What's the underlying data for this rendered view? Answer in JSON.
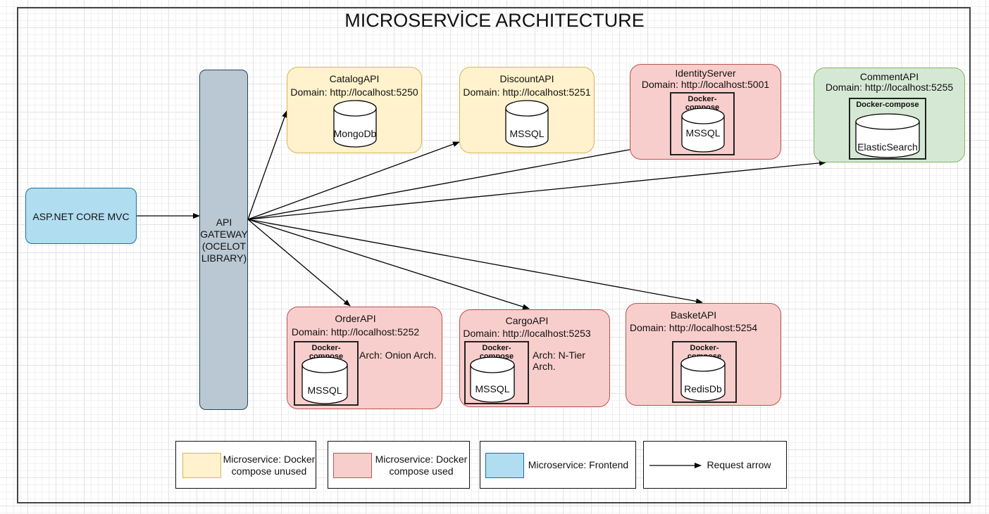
{
  "title": "MICROSERVİCE ARCHITECTURE",
  "frontend": {
    "label": "ASP.NET CORE MVC"
  },
  "gateway": {
    "line1": "API",
    "line2": "GATEWAY",
    "line3": "(OCELOT",
    "line4": "LIBRARY)"
  },
  "services": {
    "catalog": {
      "name": "CatalogAPI",
      "domain": "Domain: http://localhost:5250",
      "db": "MongoDb"
    },
    "discount": {
      "name": "DiscountAPI",
      "domain": "Domain: http://localhost:5251",
      "db": "MSSQL"
    },
    "identity": {
      "name": "IdentityServer",
      "domain": "Domain: http://localhost:5001",
      "container": "Docker-compose",
      "db": "MSSQL"
    },
    "comment": {
      "name": "CommentAPI",
      "domain": "Domain: http://localhost:5255",
      "container": "Docker-compose",
      "db": "ElasticSearch"
    },
    "order": {
      "name": "OrderAPI",
      "domain": "Domain: http://localhost:5252",
      "container": "Docker-compose",
      "db": "MSSQL",
      "arch": "Arch: Onion Arch."
    },
    "cargo": {
      "name": "CargoAPI",
      "domain": "Domain: http://localhost:5253",
      "container": "Docker-compose",
      "db": "MSSQL",
      "arch": "Arch: N-Tier Arch."
    },
    "basket": {
      "name": "BasketAPI",
      "domain": "Domain: http://localhost:5254",
      "container": "Docker-compose",
      "db": "RedisDb"
    }
  },
  "legend": {
    "unused_line1": "Microservice: Docker",
    "unused_line2": "compose unused",
    "used_line1": "Microservice: Docker",
    "used_line2": "compose used",
    "frontend": "Microservice: Frontend",
    "arrow": "Request arrow"
  },
  "colors": {
    "unused_fill": "#fff2cc",
    "unused_stroke": "#d6b656",
    "used_fill": "#f8cecc",
    "used_stroke": "#b85450",
    "frontend_fill": "#b1ddf0",
    "frontend_stroke": "#10739e",
    "gateway_fill": "#bac8d3",
    "comment_fill": "#d5e8d4"
  }
}
